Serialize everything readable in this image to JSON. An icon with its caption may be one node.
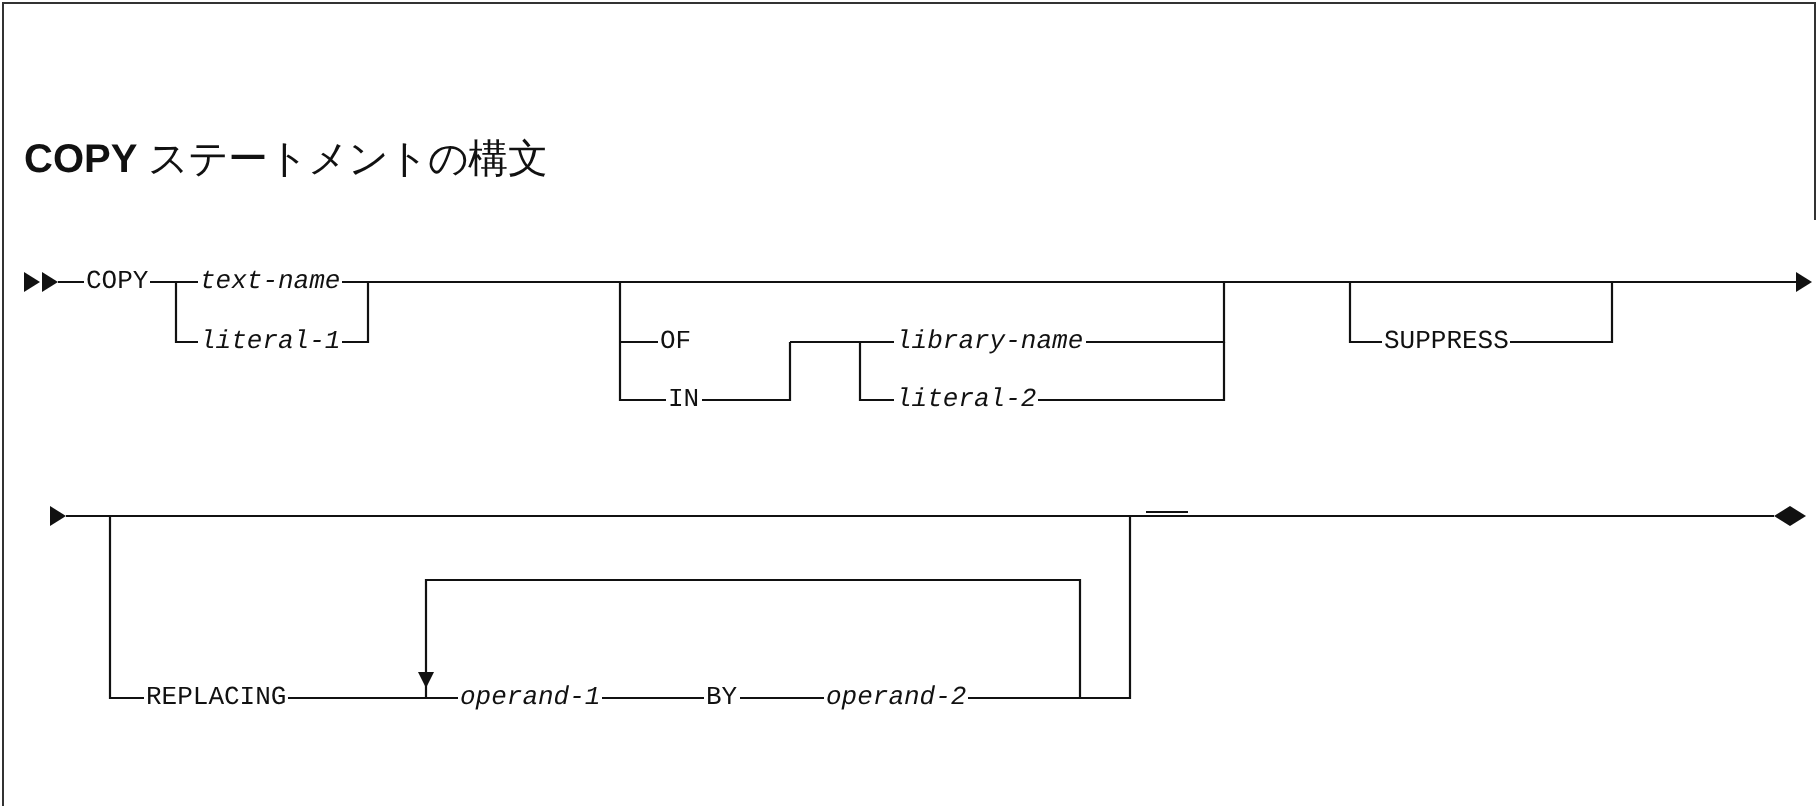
{
  "diagram": {
    "title": "**COPY** ステートメントの構文",
    "labels": [
      "COPY",
      "text-name",
      "literal-1",
      "OF",
      "IN",
      "library-name",
      "literal-2",
      "SUPPRESS",
      "REPLACING",
      "operand-1",
      "BY",
      "operand-2"
    ]
  }
}
